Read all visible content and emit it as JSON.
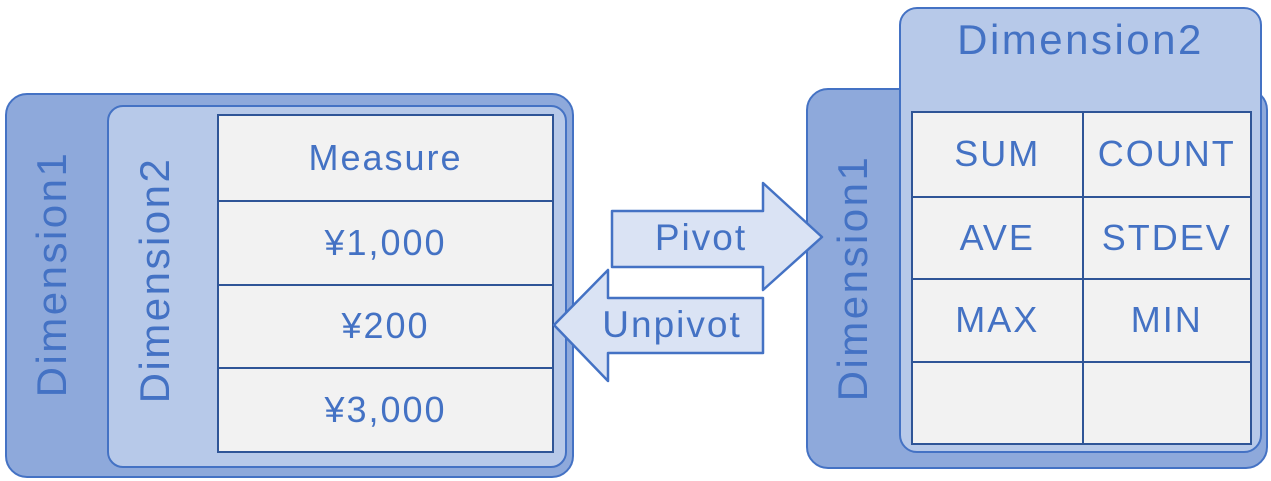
{
  "left_panel": {
    "dimension1_label": "Dimension1",
    "dimension2_label": "Dimension2",
    "table": {
      "header": "Measure",
      "rows": [
        "¥1,000",
        "¥200",
        "¥3,000"
      ]
    }
  },
  "arrows": {
    "pivot_label": "Pivot",
    "unpivot_label": "Unpivot"
  },
  "right_panel": {
    "dimension1_label": "Dimension1",
    "dimension2_label": "Dimension2",
    "table": {
      "rows": [
        [
          "SUM",
          "COUNT"
        ],
        [
          "AVE",
          "STDEV"
        ],
        [
          "MAX",
          "MIN"
        ],
        [
          "",
          ""
        ]
      ]
    }
  },
  "colors": {
    "dimension1_fill": "#8EA9DB",
    "dimension2_fill": "#B7C9E9",
    "block_outline": "#4472C4",
    "table_cell_fill": "#F2F2F2",
    "table_border": "#2F5597",
    "arrow_fill": "#DAE3F4",
    "arrow_outline": "#4472C4",
    "text": "#4472C4"
  }
}
